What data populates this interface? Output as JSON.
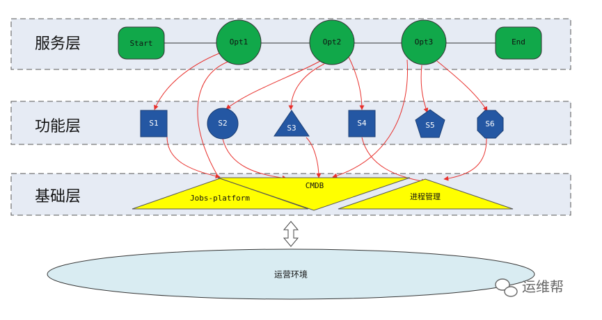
{
  "layers": {
    "service": "服务层",
    "function": "功能层",
    "base": "基础层"
  },
  "service_nodes": {
    "start": "Start",
    "opt1": "Opt1",
    "opt2": "Opt2",
    "opt3": "Opt3",
    "end": "End"
  },
  "function_nodes": {
    "s1": "S1",
    "s2": "S2",
    "s3": "S3",
    "s4": "S4",
    "s5": "S5",
    "s6": "S6"
  },
  "base_nodes": {
    "jobs": "Jobs-platform",
    "cmdb": "CMDB",
    "process": "进程管理"
  },
  "environment": "运营环境",
  "watermark": "运维帮",
  "colors": {
    "band": "#e6ebf4",
    "green": "#11a84a",
    "blue": "#2457a3",
    "yellow": "#ffff00",
    "arrow": "#e8302c",
    "env": "#d9ecf2"
  }
}
